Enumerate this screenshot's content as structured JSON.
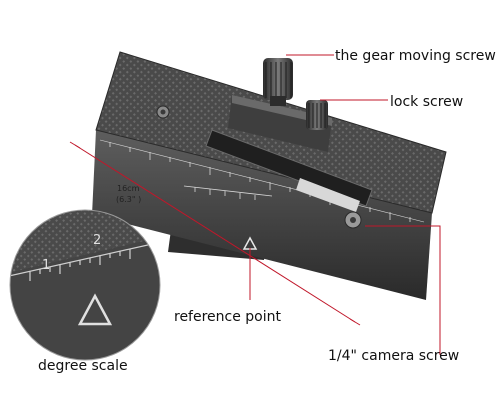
{
  "image": {
    "subject": "macro focusing rail",
    "colors": {
      "metal_dark": "#3a3a3a",
      "metal_mid": "#5a5a5a",
      "metal_light": "#8a8a8a",
      "callout_line": "#c0172a",
      "label_text": "#111111",
      "background": "#ffffff"
    }
  },
  "labels": {
    "gear_screw": "the gear moving screw",
    "lock_screw": "lock screw",
    "length_cm": "16cm",
    "length_in": "(6.3\" )",
    "reference_point": "reference point",
    "camera_screw": "1/4\"  camera screw",
    "degree_scale": "degree scale"
  },
  "inset": {
    "scale_marks": [
      "1",
      "2"
    ]
  }
}
